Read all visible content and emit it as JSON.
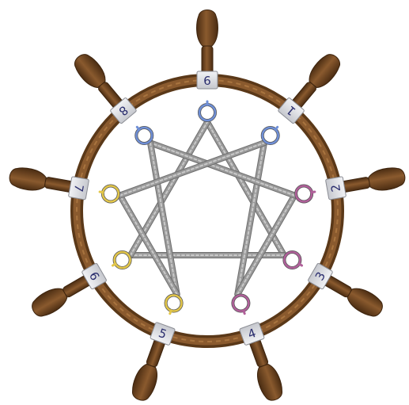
{
  "diagram": {
    "labels": [
      "9",
      "1",
      "2",
      "3",
      "4",
      "5",
      "6",
      "7",
      "8"
    ],
    "ring_groups": {
      "blue": [
        "8",
        "9",
        "1"
      ],
      "pink": [
        "2",
        "3",
        "4"
      ],
      "yellow": [
        "5",
        "6",
        "7"
      ]
    },
    "colors": {
      "wheel_wood": "#6b4420",
      "wheel_wood_light": "#9a6a3a",
      "rope": "#9a9a9a",
      "plate": "#d9dadf",
      "blue_ring": "#6f8fd6",
      "pink_ring": "#b0609a",
      "yellow_ring": "#e2c64a",
      "plate_text": "#2a2d6e"
    }
  }
}
